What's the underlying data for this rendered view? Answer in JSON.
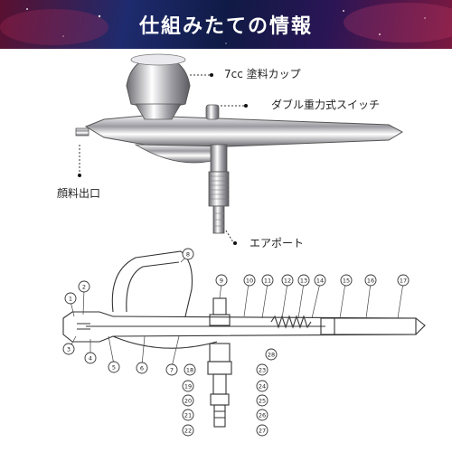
{
  "banner": {
    "title": "仕組みたての情報"
  },
  "photo_labels": {
    "cup": "7cc 塗料カップ",
    "trigger": "ダブル重力式スイッチ",
    "nozzle": "顔料出口",
    "air_port": "エアポート"
  },
  "part_numbers": [
    "1",
    "2",
    "3",
    "4",
    "5",
    "6",
    "7",
    "8",
    "9",
    "10",
    "11",
    "12",
    "13",
    "14",
    "15",
    "16",
    "17",
    "18",
    "19",
    "20",
    "21",
    "22",
    "23",
    "24",
    "25",
    "26",
    "27",
    "28"
  ],
  "colors": {
    "banner_dark": "#101a45",
    "banner_accent": "#7a1840",
    "chrome": "#c8c8cc",
    "line": "#333333"
  }
}
